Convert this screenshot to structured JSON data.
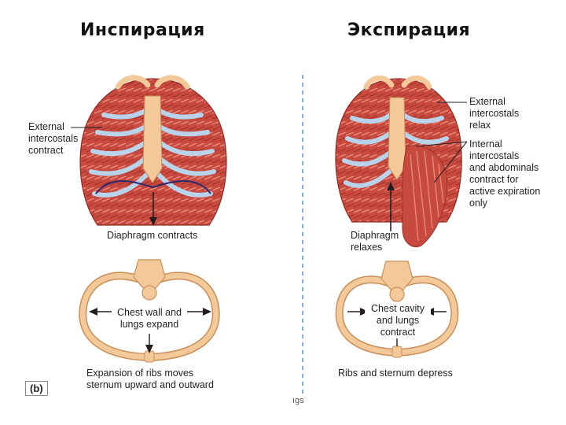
{
  "titles": {
    "left": "Инспирация",
    "right": "Экспирация"
  },
  "inspiration": {
    "intercostals_label": "External\nintercostals\ncontract",
    "diaphragm_label": "Diaphragm contracts",
    "chest_label": "Chest wall and\nlungs expand",
    "caption": "Expansion of ribs moves\nsternum upward and outward"
  },
  "expiration": {
    "external_label": "External\nintercostals\nrelax",
    "internal_label": "Internal\nintercostals\nand abdominals\ncontract for\nactive expiration\nonly",
    "diaphragm_label": "Diaphragm\nrelaxes",
    "chest_label": "Chest cavity\nand lungs\ncontract",
    "caption": "Ribs and sternum depress"
  },
  "panel_letter": "(b)",
  "footer_fragment": "ıgs",
  "colors": {
    "muscle": "#c84a3f",
    "muscle_line": "#9e2f28",
    "cartilage": "#b9d3ea",
    "bone": "#f3c99a",
    "bone_edge": "#c98f58",
    "divider": "#2e7fc0",
    "diaphragm": "#2b2a6e"
  }
}
